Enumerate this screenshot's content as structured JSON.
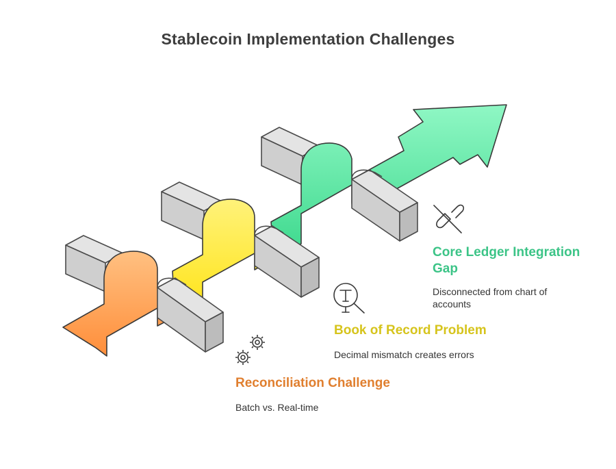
{
  "title": "Stablecoin Implementation Challenges",
  "items": [
    {
      "title": "Reconciliation Challenge",
      "description": "Batch vs. Real-time",
      "color": "#e07f2f",
      "icon": "gears-icon"
    },
    {
      "title": "Book of Record Problem",
      "description": "Decimal mismatch creates errors",
      "color": "#d6c41c",
      "icon": "search-text-icon"
    },
    {
      "title": "Core Ledger Integration Gap",
      "description": "Disconnected from chart of accounts",
      "color": "#3cc487",
      "icon": "broken-link-icon"
    }
  ],
  "colors": {
    "orange": "#ff9a4a",
    "yellow": "#ffe62a",
    "green": "#4fe39c",
    "bar_front": "#cfcfcf",
    "bar_top": "#e4e4e4",
    "bar_end": "#bcbcbc"
  }
}
